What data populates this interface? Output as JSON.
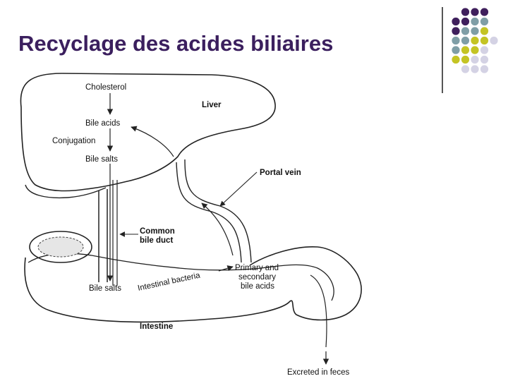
{
  "title": "Recyclage des acides biliaires",
  "colors": {
    "purple": "#3f1f5c",
    "teal": "#7f9ea6",
    "olive": "#c4c424",
    "lavender": "#d4d2e4",
    "title": "#3b1f5e"
  },
  "labels": {
    "cholesterol": "Cholesterol",
    "liver": "Liver",
    "bile_acids": "Bile acids",
    "conjugation": "Conjugation",
    "bile_salts_liver": "Bile salts",
    "portal_vein": "Portal vein",
    "common_bile_duct_1": "Common",
    "common_bile_duct_2": "bile duct",
    "primary_secondary_1": "Primary and",
    "primary_secondary_2": "secondary",
    "primary_secondary_3": "bile acids",
    "bile_salts_intestine": "Bile salts",
    "intestinal_bacteria": "Intestinal bacteria",
    "intestine": "Intestine",
    "excreted": "Excreted in feces"
  }
}
